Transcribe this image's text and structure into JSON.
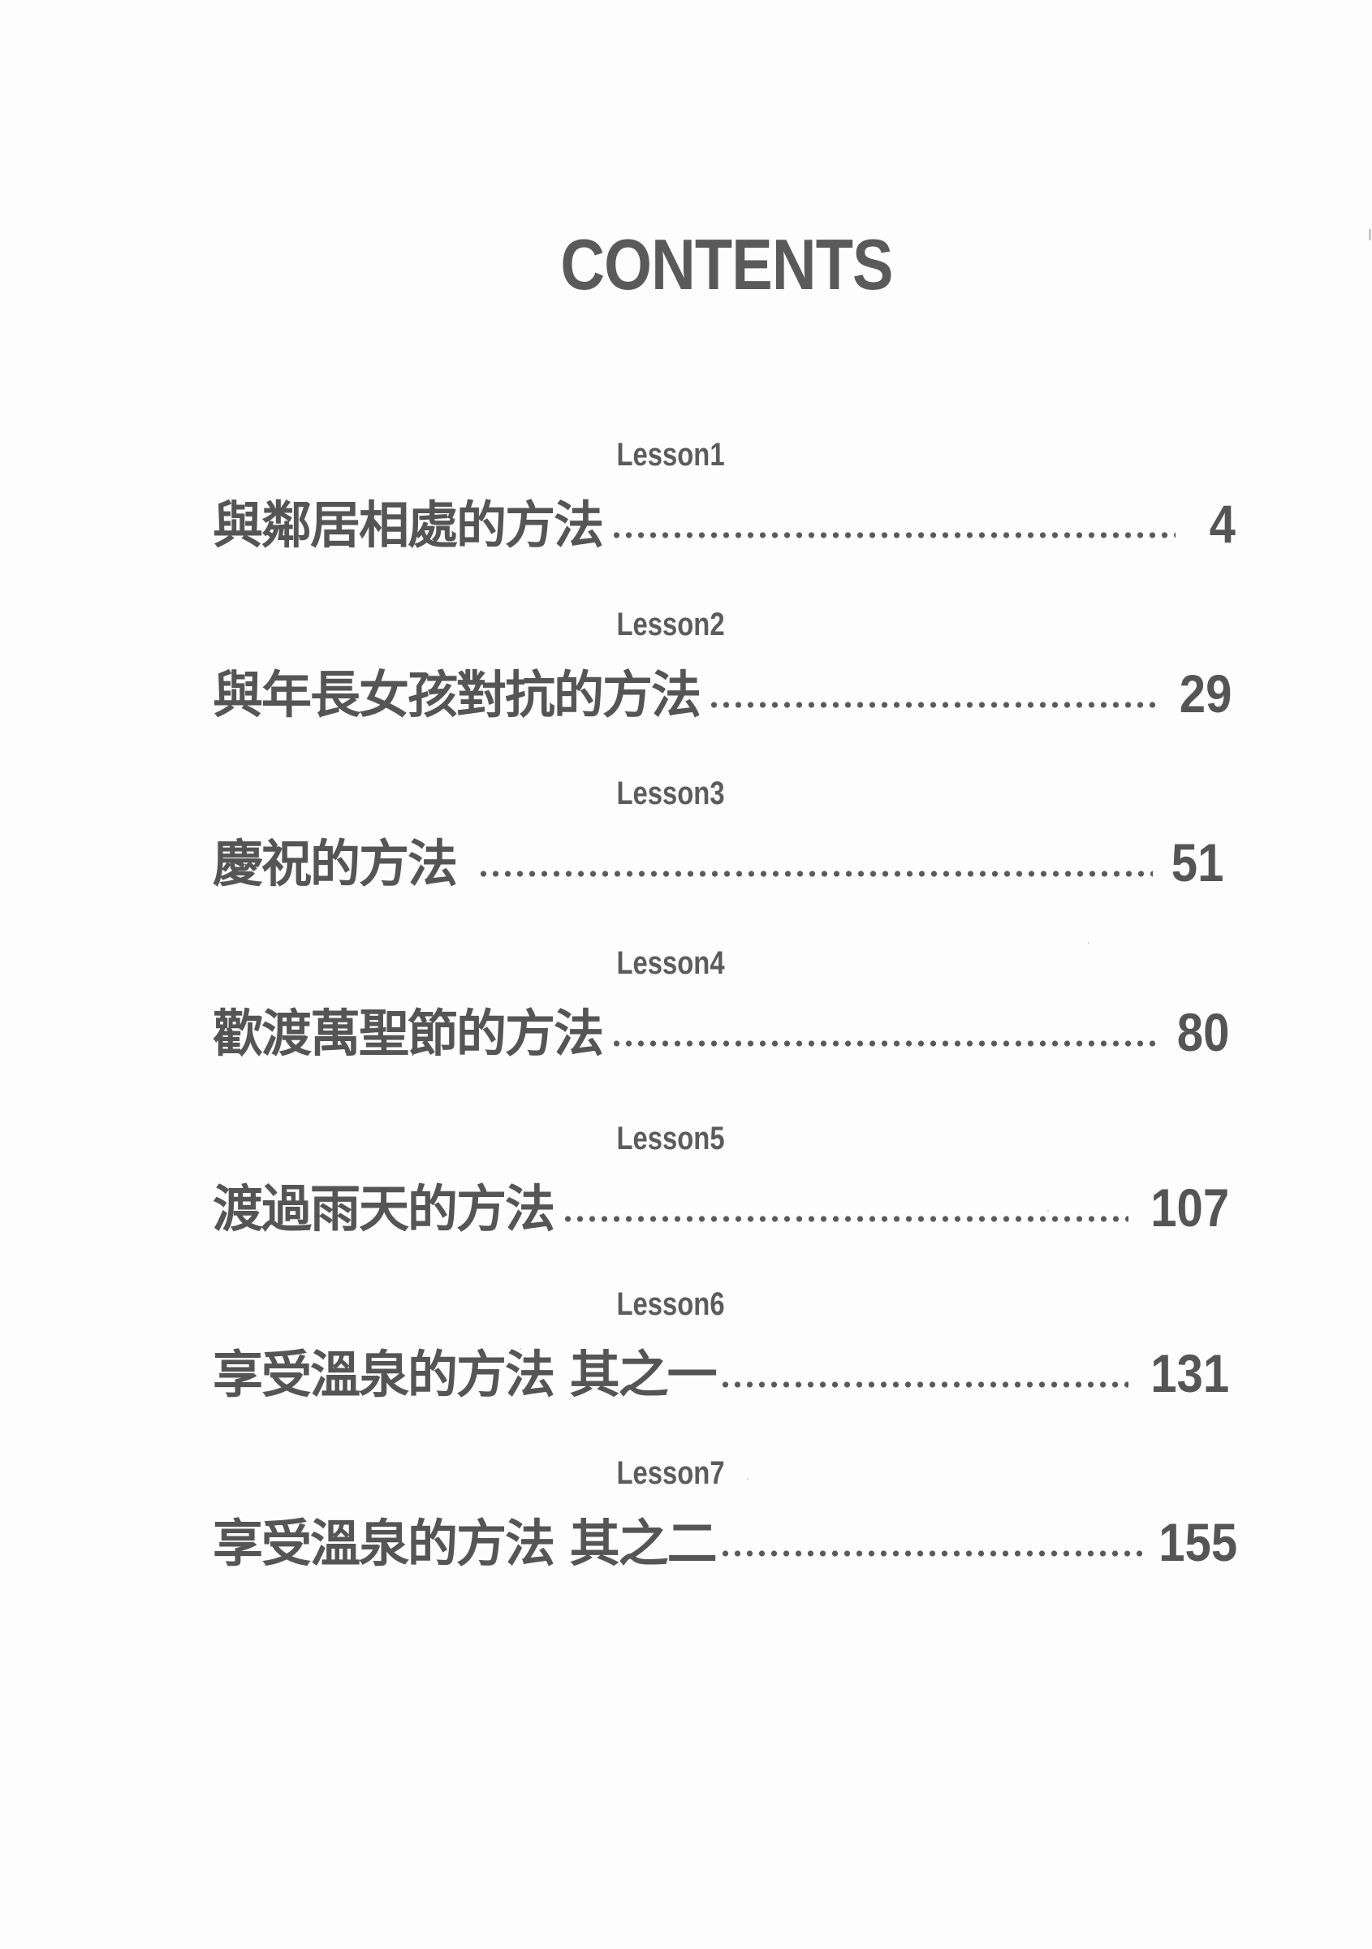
{
  "page": {
    "background": "#fdfdfd",
    "ink_color": "#555555"
  },
  "header": {
    "title": "CONTENTS"
  },
  "entries": [
    {
      "lesson": "Lesson1",
      "title": "與鄰居相處的方法",
      "page": "4"
    },
    {
      "lesson": "Lesson2",
      "title": "與年長女孩對抗的方法",
      "page": "29"
    },
    {
      "lesson": "Lesson3",
      "title": "慶祝的方法",
      "page": "51"
    },
    {
      "lesson": "Lesson4",
      "title": "歡渡萬聖節的方法",
      "page": "80"
    },
    {
      "lesson": "Lesson5",
      "title": "渡過雨天的方法",
      "page": "107"
    },
    {
      "lesson": "Lesson6",
      "title": "享受溫泉的方法 其之一",
      "page": "131"
    },
    {
      "lesson": "Lesson7",
      "title": "享受溫泉的方法 其之二",
      "page": "155"
    }
  ]
}
